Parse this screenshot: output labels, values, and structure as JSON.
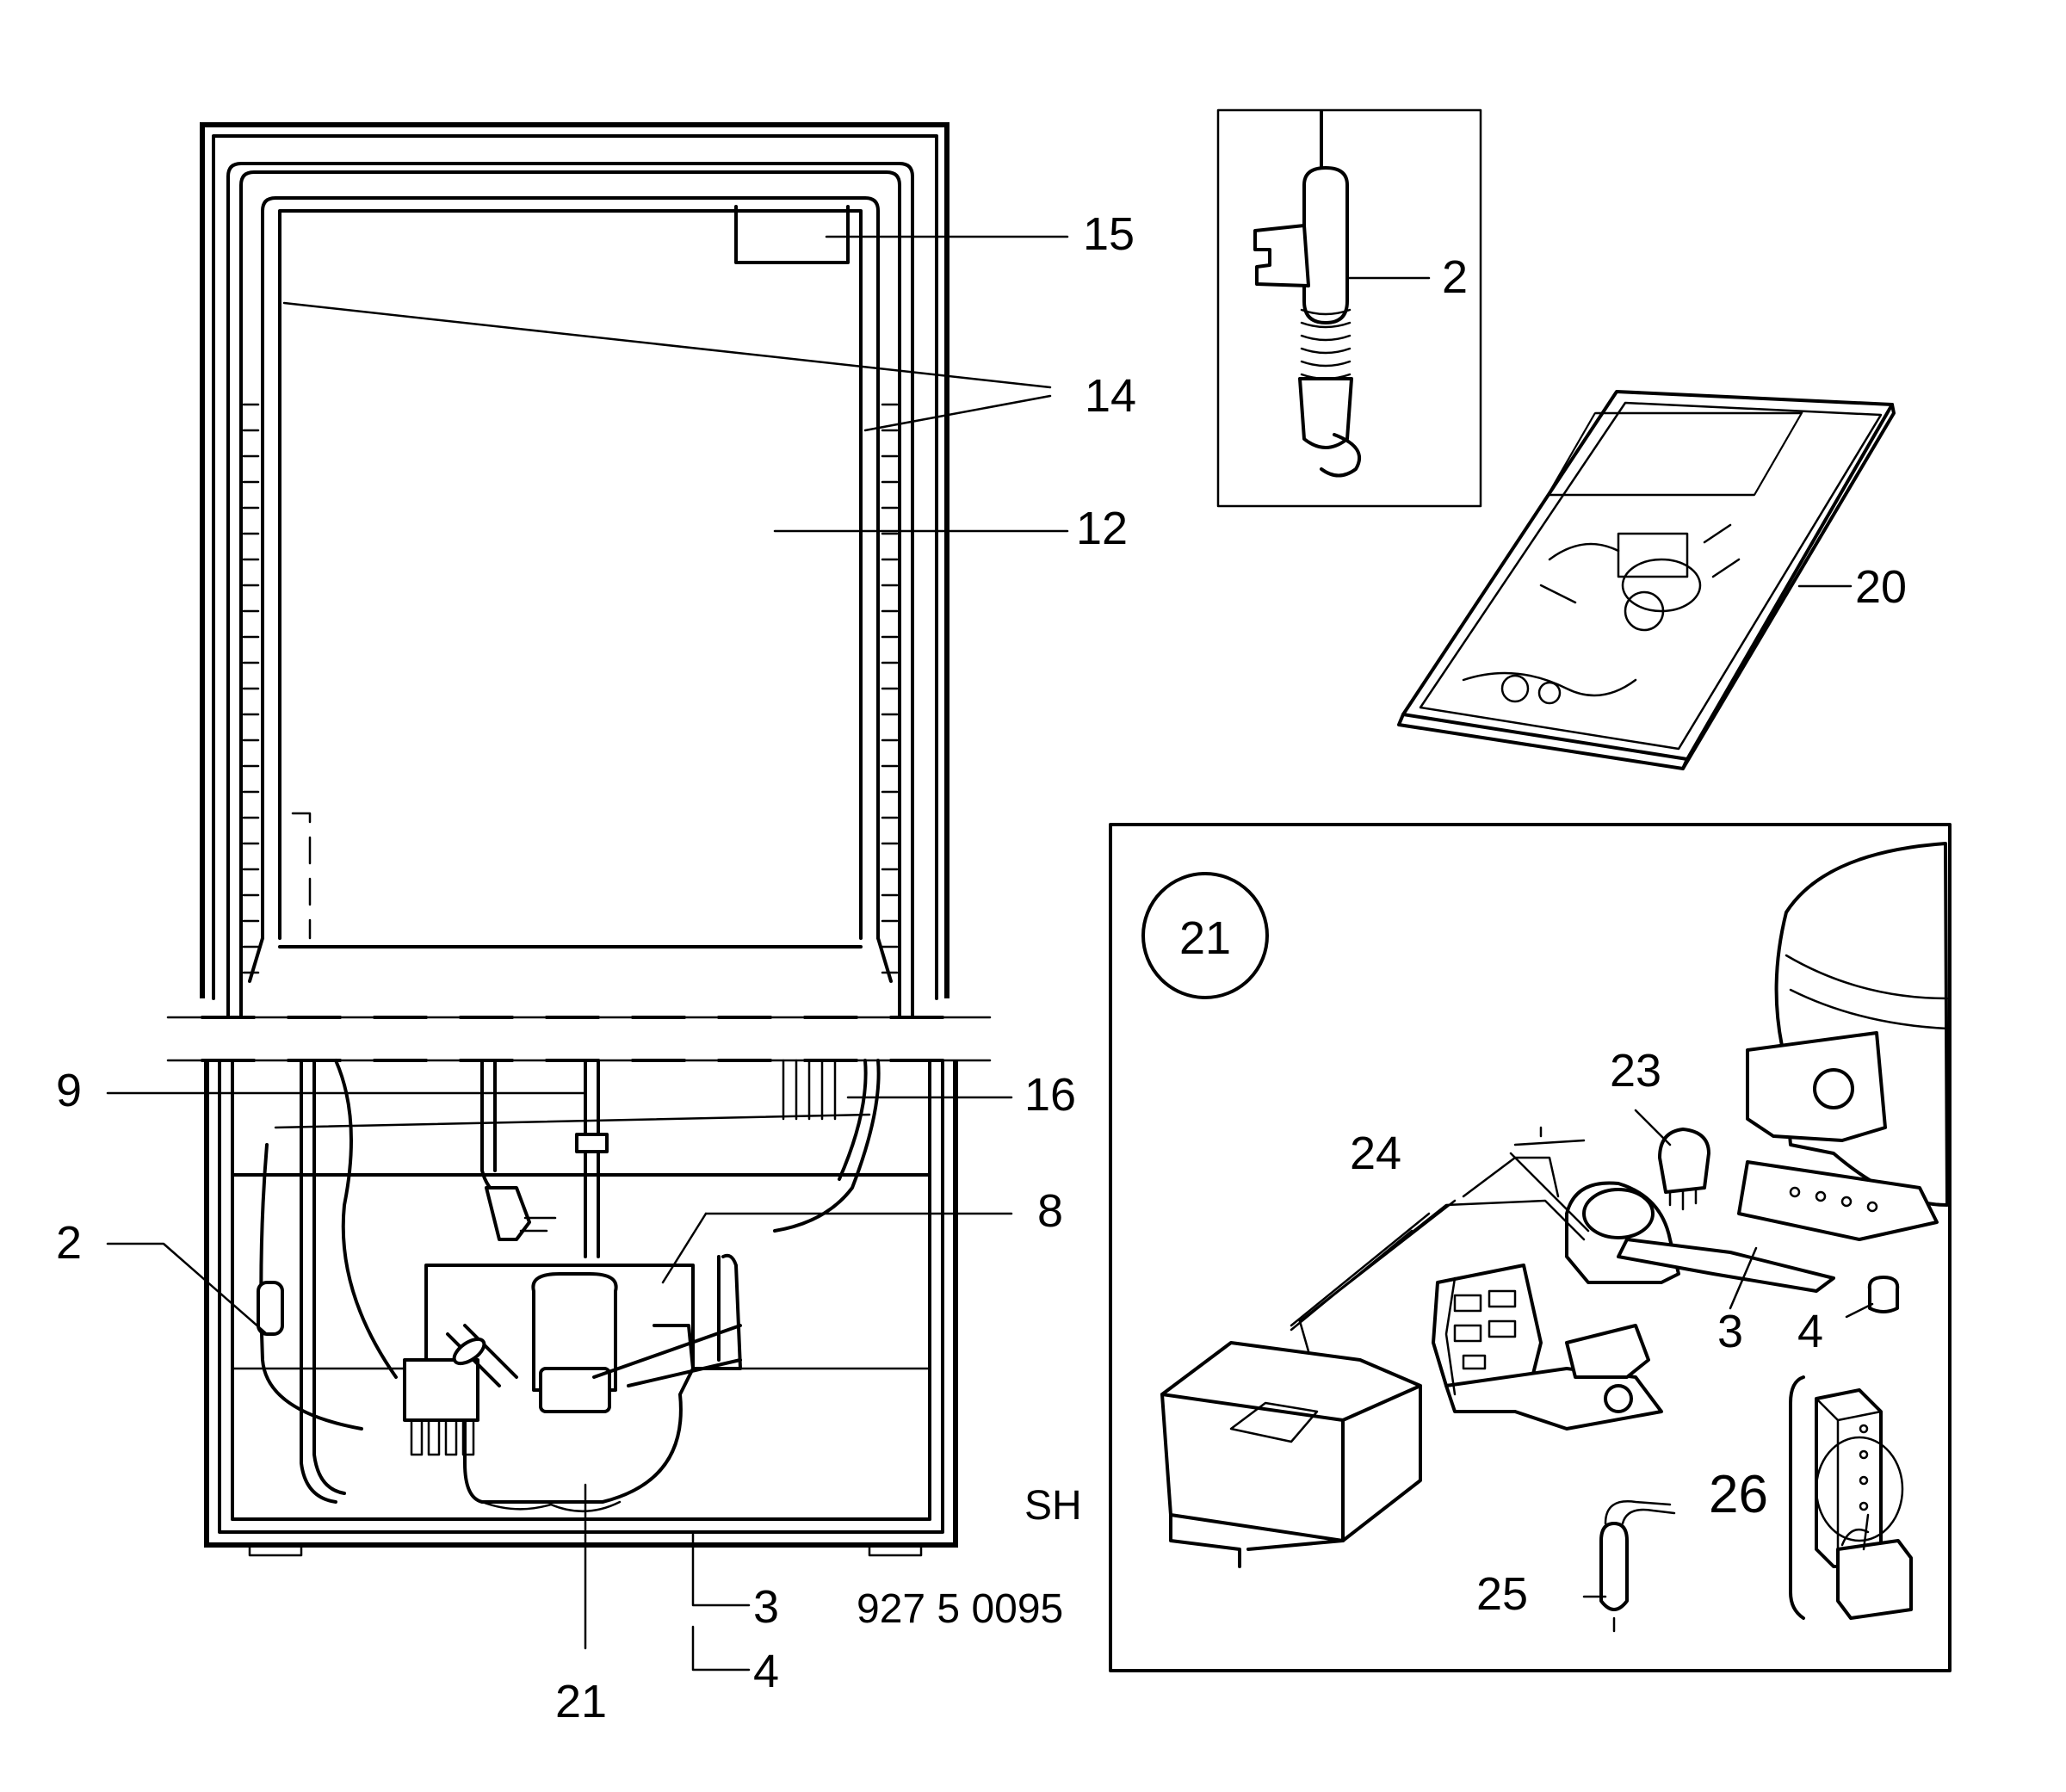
{
  "labels": {
    "top_thermostat": "15",
    "seal_gasket": "14",
    "liner": "12",
    "sensor_main": "2",
    "sensor_detail": "2",
    "manual": "20",
    "drier": "9",
    "condenser": "16",
    "capillary_tube": "8",
    "compressor_main": "21",
    "screw_main": "3",
    "washer_main": "4",
    "kit_circle": "21",
    "relay_cover": "24",
    "thermal_protector": "23",
    "bracket": "3",
    "grommet": "4",
    "mounting_bracket_kit": "26",
    "capacitor": "25"
  },
  "codes": {
    "variant": "SH",
    "part_number": "927 5 0095"
  }
}
